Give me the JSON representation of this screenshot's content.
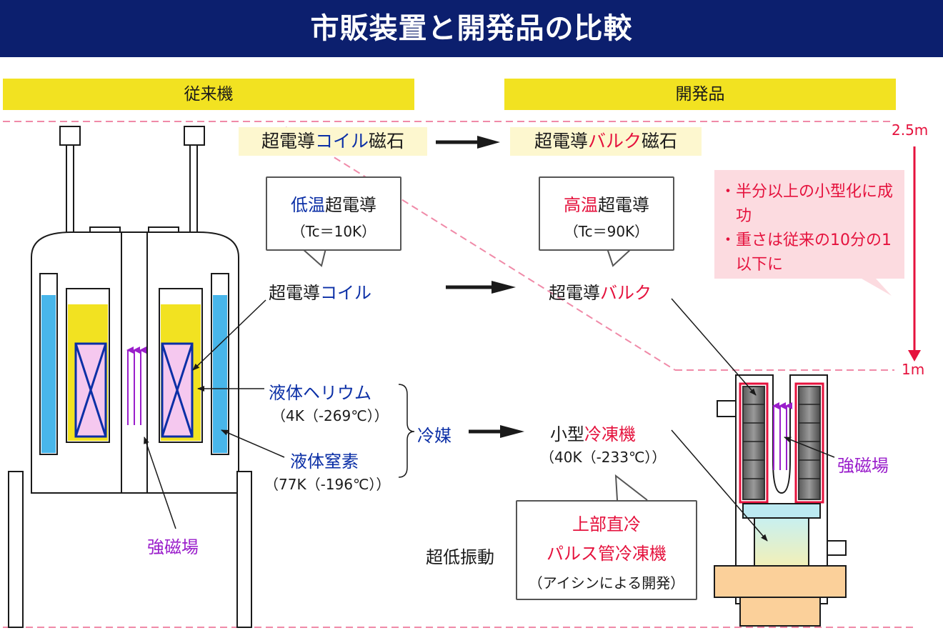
{
  "title": "市販装置と開発品の比較",
  "sections": {
    "conventional": "従来機",
    "developed": "開発品"
  },
  "magnet": {
    "conventional": {
      "prefix": "超電導",
      "accent": "コイル",
      "suffix": "磁石"
    },
    "developed": {
      "prefix": "超電導",
      "accent": "バルク",
      "suffix": "磁石"
    }
  },
  "superconductor": {
    "low": {
      "accent": "低温",
      "main": "超電導",
      "sub": "（Tc＝10K）"
    },
    "high": {
      "accent": "高温",
      "main": "超電導",
      "sub": "（Tc＝90K）"
    }
  },
  "coil_label": {
    "prefix": "超電導",
    "accent": "コイル"
  },
  "bulk_label": {
    "prefix": "超電導",
    "accent": "バルク"
  },
  "helium": {
    "name": "液体ヘリウム",
    "temp": "（4K（-269℃））"
  },
  "nitrogen": {
    "name": "液体窒素",
    "temp": "（77K（-196℃））"
  },
  "coolant": "冷媒",
  "cryocooler": {
    "prefix": "小型",
    "accent": "冷凍機",
    "temp": "（40K（-233℃））"
  },
  "pulse_tube": {
    "line1": "上部直冷",
    "line2": "パルス管冷凍機",
    "note": "（アイシンによる開発）"
  },
  "low_vibration": "超低振動",
  "strong_field": "強磁場",
  "achievements": [
    "・半分以上の小型化に成功",
    "・重さは従来の10分の1以下に"
  ],
  "height_scale": {
    "top": "2.5m",
    "bottom": "1m"
  },
  "colors": {
    "header": "#0c1f6e",
    "band": "#f2e221",
    "accent_blue": "#0b2fa6",
    "accent_red": "#e5123d",
    "field_purple": "#9a1ecb",
    "helium_blue": "#48b6ea",
    "nitrogen_yellow": "#f2e221",
    "coil_pink": "#f5c8ef",
    "guide_pink": "#f08aa8"
  }
}
